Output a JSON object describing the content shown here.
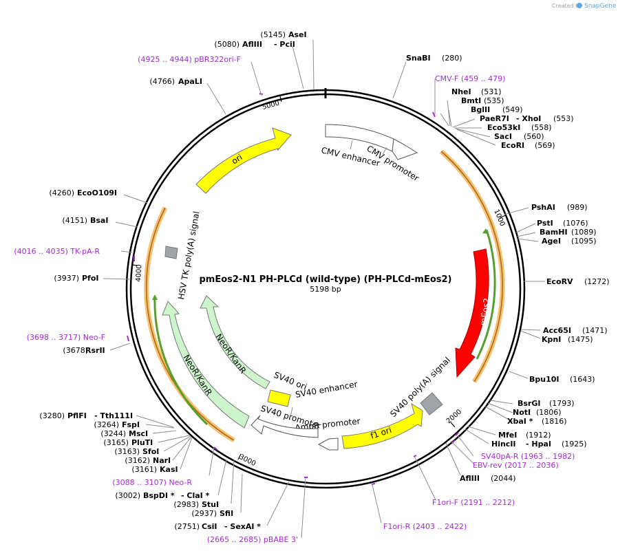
{
  "credit": {
    "created_by": "Created by",
    "brand": "SnapGene"
  },
  "map": {
    "name": "pmEos2-N1 PH-PLCd (wild-type) (PH-PLCd-mEos2)",
    "size": "5198 bp"
  },
  "ticks": [
    "1000",
    "2000",
    "3000",
    "4000",
    "5000"
  ],
  "features": {
    "cmv_enhancer": "CMV enhancer",
    "cmv_promoter": "CMV promoter",
    "ori": "ori",
    "meos2": "mEos2",
    "sv40_polya": "SV40 poly(A) signal",
    "f1_ori": "f1 ori",
    "ampr_promoter": "AmpR promoter",
    "sv40_promoter": "SV40 promoter",
    "sv40_enhancer": "SV40 enhancer",
    "sv40_ori": "SV40 ori",
    "neor_inner": "NeoR/KanR",
    "neor_outer": "NeoR/KanR",
    "hsv_tk": "HSV TK poly(A) signal"
  },
  "sites": [
    {
      "pos": "(5145)",
      "name": "AseI"
    },
    {
      "pos": "(5080)",
      "name": "AflIII",
      "name2": "- PciI"
    },
    {
      "pos": "(4766)",
      "name": "ApaLI"
    },
    {
      "pos": "(4260)",
      "name": "EcoO109I"
    },
    {
      "pos": "(4151)",
      "name": "BsaI"
    },
    {
      "pos": "(3937)",
      "name": "PfoI"
    },
    {
      "pos": "(3678)",
      "name": "RsrII"
    },
    {
      "pos": "(3280)",
      "name": "PflFI",
      "name2": "- Tth111I"
    },
    {
      "pos": "(3264)",
      "name": "FspI"
    },
    {
      "pos": "(3244)",
      "name": "MscI"
    },
    {
      "pos": "(3165)",
      "name": "PluTI"
    },
    {
      "pos": "(3163)",
      "name": "SfoI"
    },
    {
      "pos": "(3162)",
      "name": "NarI"
    },
    {
      "pos": "(3161)",
      "name": "KasI"
    },
    {
      "pos": "(3002)",
      "name": "BspDI *",
      "name2": "- ClaI *"
    },
    {
      "pos": "(2983)",
      "name": "StuI"
    },
    {
      "pos": "(2937)",
      "name": "SfiI"
    },
    {
      "pos": "(2751)",
      "name": "CsiI",
      "name2": "- SexAI *"
    },
    {
      "pos": "(280)",
      "name": "SnaBI"
    },
    {
      "pos": "(531)",
      "name": "NheI"
    },
    {
      "pos": "(535)",
      "name": "BmtI"
    },
    {
      "pos": "(549)",
      "name": "BglII"
    },
    {
      "pos": "(553)",
      "name": "PaeR7I",
      "name2": "- XhoI"
    },
    {
      "pos": "(558)",
      "name": "Eco53kI"
    },
    {
      "pos": "(560)",
      "name": "SacI"
    },
    {
      "pos": "(569)",
      "name": "EcoRI"
    },
    {
      "pos": "(989)",
      "name": "PshAI"
    },
    {
      "pos": "(1076)",
      "name": "PstI"
    },
    {
      "pos": "(1089)",
      "name": "BamHI"
    },
    {
      "pos": "(1095)",
      "name": "AgeI"
    },
    {
      "pos": "(1272)",
      "name": "EcoRV"
    },
    {
      "pos": "(1471)",
      "name": "Acc65I"
    },
    {
      "pos": "(1475)",
      "name": "KpnI"
    },
    {
      "pos": "(1643)",
      "name": "Bpu10I"
    },
    {
      "pos": "(1793)",
      "name": "BsrGI"
    },
    {
      "pos": "(1806)",
      "name": "NotI"
    },
    {
      "pos": "(1816)",
      "name": "XbaI *"
    },
    {
      "pos": "(1912)",
      "name": "MfeI"
    },
    {
      "pos": "(1925)",
      "name": "HincII",
      "name2": "- HpaI"
    },
    {
      "pos": "(2044)",
      "name": "AflIII"
    }
  ],
  "primers": [
    {
      "text": "(4925 .. 4944)  pBR322ori-F"
    },
    {
      "text": "(4016 .. 4035)  TK-pA-R"
    },
    {
      "text": "(3698 .. 3717)  Neo-F"
    },
    {
      "text": "(3088 .. 3107)  Neo-R"
    },
    {
      "text": "(2665 .. 2685)  pBABE 3'"
    },
    {
      "text": "CMV-F     (459 .. 479)"
    },
    {
      "text": "SV40pA-R     (1963 .. 1982)"
    },
    {
      "text": "EBV-rev     (2017 .. 2036)"
    },
    {
      "text": "F1ori-F     (2191 .. 2212)"
    },
    {
      "text": "F1ori-R     (2403 .. 2422)"
    }
  ],
  "colors": {
    "ori": "#ffff00",
    "meos2": "#ff0000",
    "promoter": "#ffffff",
    "neo": "#ccf5cc",
    "polya": "#a0a4a8",
    "orf_orange": "#f7b555",
    "orf_green": "#55a02c",
    "primer": "#a62ad6"
  }
}
